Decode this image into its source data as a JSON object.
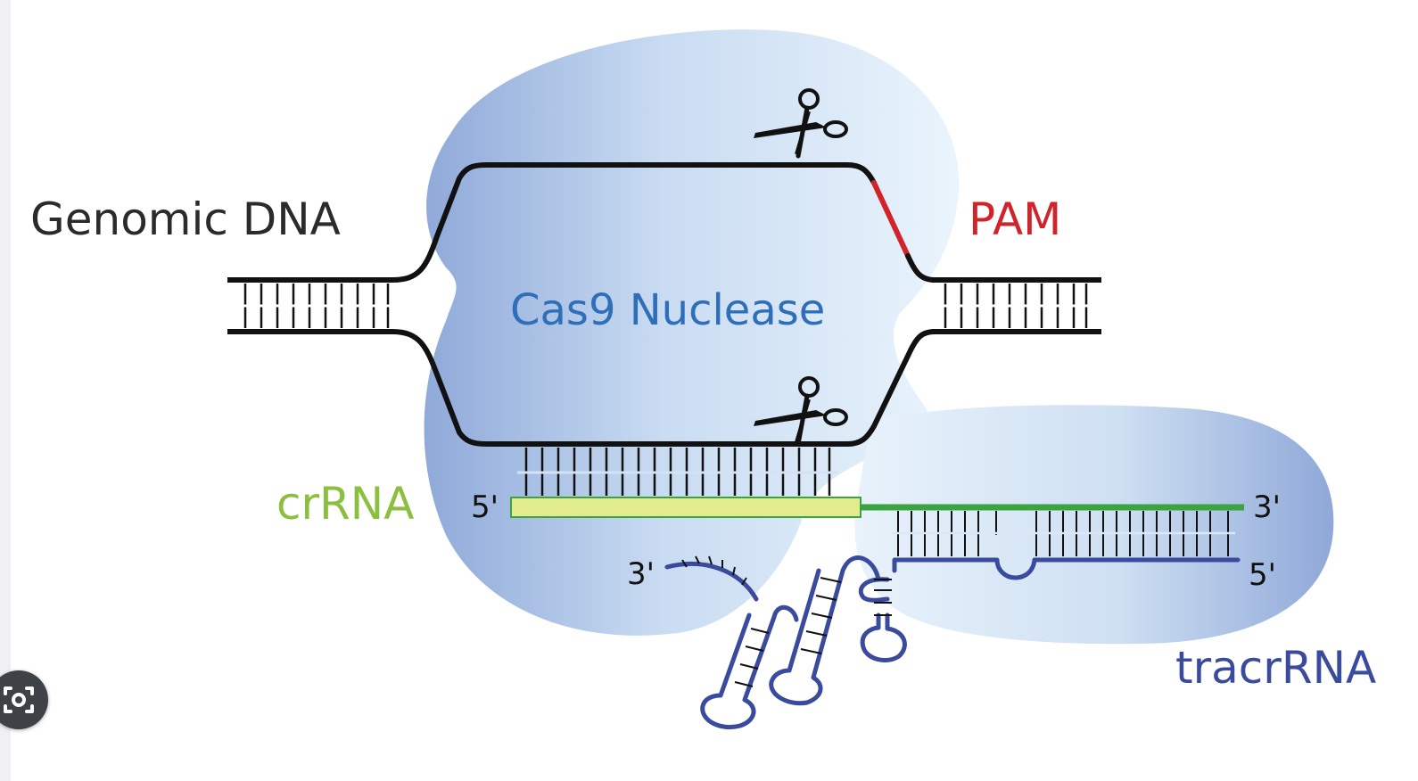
{
  "labels": {
    "genomic_dna": "Genomic DNA",
    "pam": "PAM",
    "cas9": "Cas9 Nuclease",
    "crrna": "crRNA",
    "tracrrna": "tracrRNA",
    "crrna_5prime": "5'",
    "crrna_3prime": "3'",
    "tracr_3prime": "3'",
    "tracr_5prime": "5'"
  },
  "colors": {
    "dna": "#111111",
    "pam": "#d0232a",
    "cas9_text": "#2f6eb8",
    "crrna_text": "#8cbf3f",
    "crrna_guide_fill": "#e2eb8e",
    "crrna_stem": "#3aa540",
    "tracrrna": "#3a4a9c",
    "tracrrna_text": "#3a4a9c",
    "protein_dark": "#8faad8",
    "protein_light": "#e6f1fb"
  },
  "icons": {
    "scissors_top": "scissors-icon",
    "scissors_bottom": "scissors-icon",
    "lens": "google-lens-icon"
  }
}
